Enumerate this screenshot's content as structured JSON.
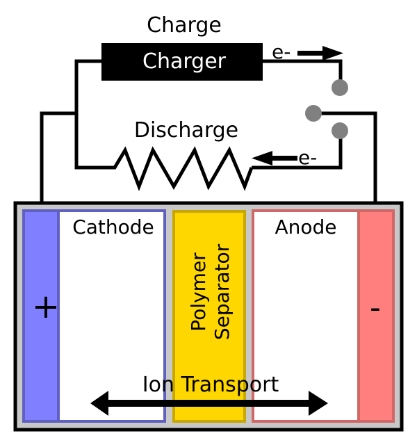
{
  "labels": {
    "charge": "Charge",
    "charger": "Charger",
    "discharge": "Discharge",
    "electron_top": "e-",
    "electron_bottom": "e-",
    "cathode": "Cathode",
    "anode": "Anode",
    "separator_line1": "Polymer",
    "separator_line2": "Separator",
    "ion_transport": "Ion Transport",
    "positive": "+",
    "negative": "-"
  },
  "colors": {
    "cathode": "#7f7fff",
    "cathode_border": "#6060c0",
    "anode": "#ff7f7f",
    "anode_border": "#d06868",
    "separator": "#ffd700",
    "separator_border": "#c8a800",
    "casing": "#c8c8c8",
    "switch_contact": "#808080"
  }
}
